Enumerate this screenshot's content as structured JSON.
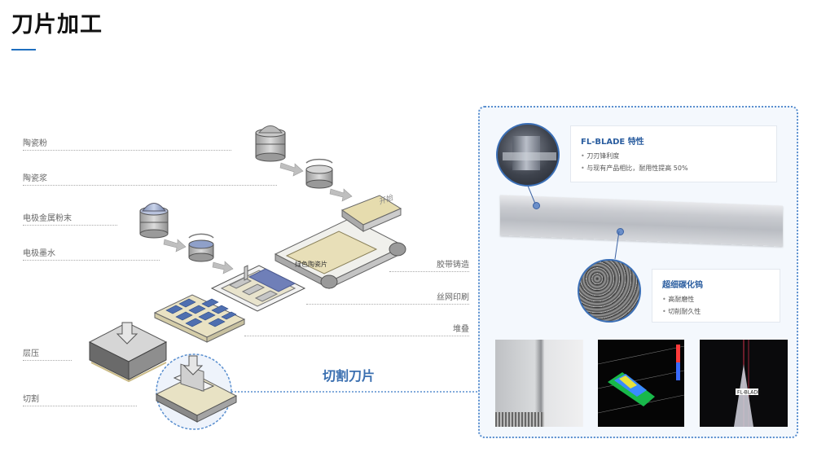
{
  "page": {
    "title": "刀片加工"
  },
  "process_left": [
    {
      "label": "陶瓷粉"
    },
    {
      "label": "陶瓷浆"
    },
    {
      "label": "电极金属粉末"
    },
    {
      "label": "电极墨水"
    },
    {
      "label": "层压"
    },
    {
      "label": "切割"
    }
  ],
  "process_right": [
    {
      "label": "胶带铸造"
    },
    {
      "label": "丝网印刷"
    },
    {
      "label": "堆叠"
    }
  ],
  "diagram": {
    "green_sheet_label": "绿色陶瓷片",
    "sheet_tag": "开始",
    "cut_caption": "切割刀片"
  },
  "panel": {
    "feature": {
      "title": "FL-BLADE 特性",
      "items": [
        "刀刃锋利度",
        "与现有产品相比，耐用性提高 50%"
      ]
    },
    "material": {
      "title": "超细碳化钨",
      "items": [
        "高耐磨性",
        "切削耐久性"
      ]
    },
    "thumb3_label": "FL-BLADE"
  },
  "colors": {
    "accent": "#1f6fbf",
    "panel_border": "#5a8fcf",
    "caption": "#3a6fb0"
  }
}
